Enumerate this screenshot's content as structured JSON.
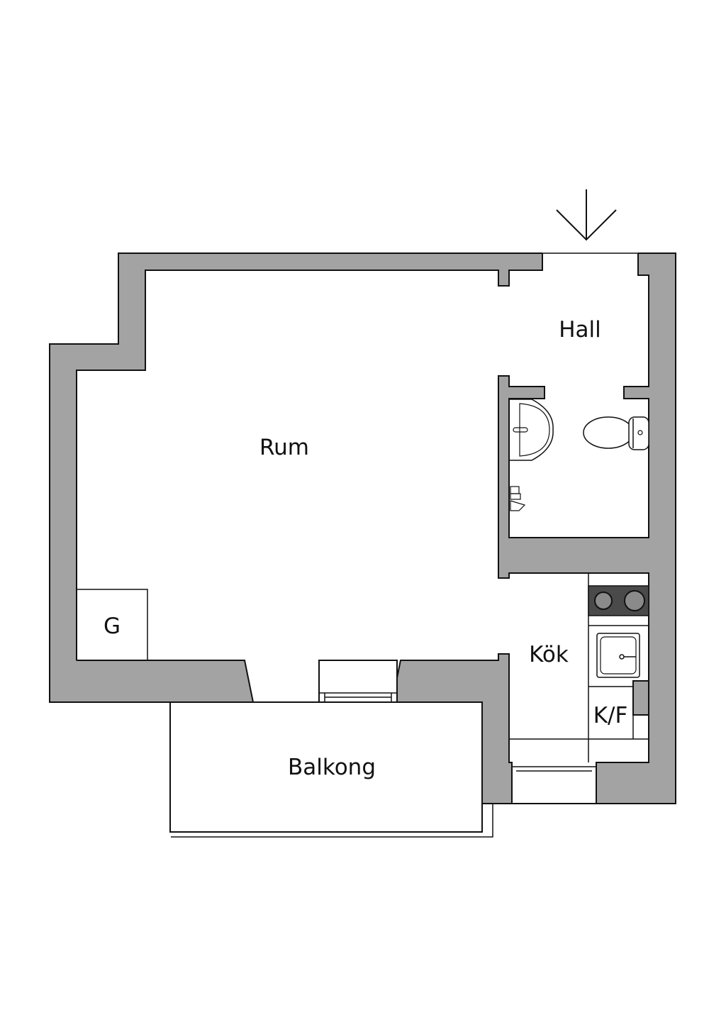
{
  "plan": {
    "rooms": {
      "rum": "Rum",
      "hall": "Hall",
      "kok": "Kök",
      "balkong": "Balkong",
      "garderob": "G",
      "kyl_frys": "K/F"
    },
    "colors": {
      "wall": "#a3a3a3",
      "line": "#111111",
      "stove": "#4a4a4a"
    },
    "icons": [
      "entrance-arrow-icon",
      "washbasin-icon",
      "toilet-icon",
      "shower-mixer-icon",
      "stove-icon",
      "kitchen-sink-icon"
    ]
  }
}
